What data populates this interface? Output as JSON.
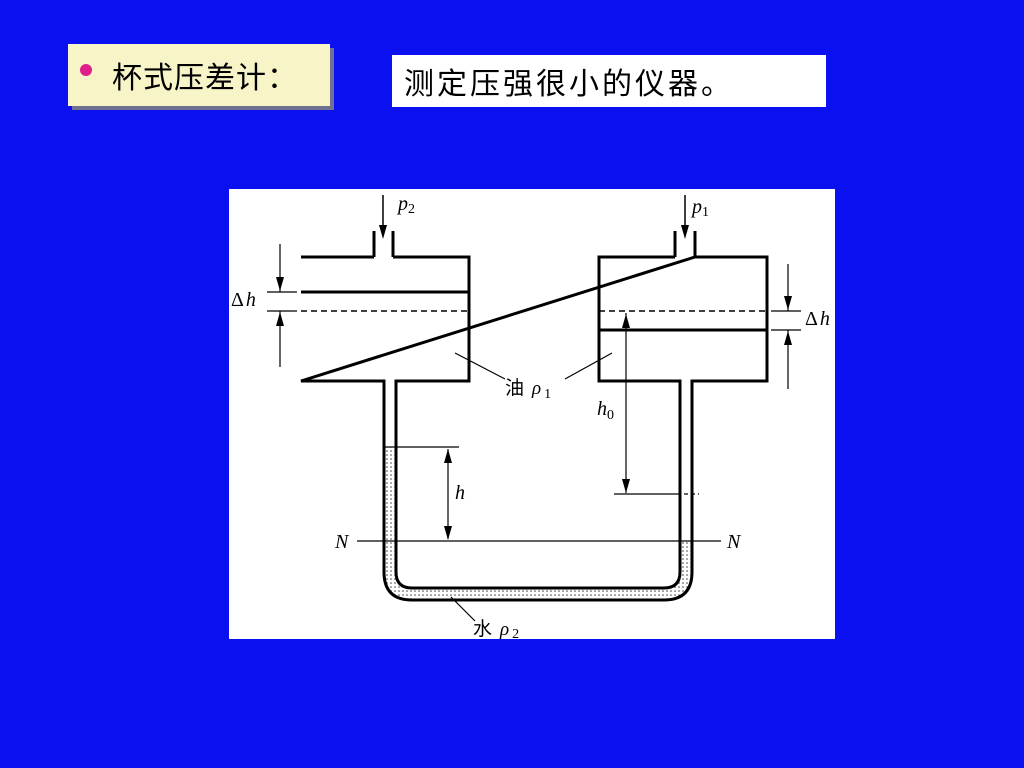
{
  "header": {
    "title": "杯式压差计：",
    "description": "测定压强很小的仪器。"
  },
  "diagram": {
    "labels": {
      "p2": "p",
      "p2_sub": "2",
      "p1": "p",
      "p1_sub": "1",
      "delta_left": "Δ",
      "h_left": "h",
      "delta_right": "Δ",
      "h_right": "h",
      "oil": "油",
      "rho1": "ρ",
      "rho1_sub": "1",
      "h0": "h",
      "h0_sub": "0",
      "h": "h",
      "n_left": "N",
      "n_right": "N",
      "water": "水",
      "rho2": "ρ",
      "rho2_sub": "2"
    }
  }
}
